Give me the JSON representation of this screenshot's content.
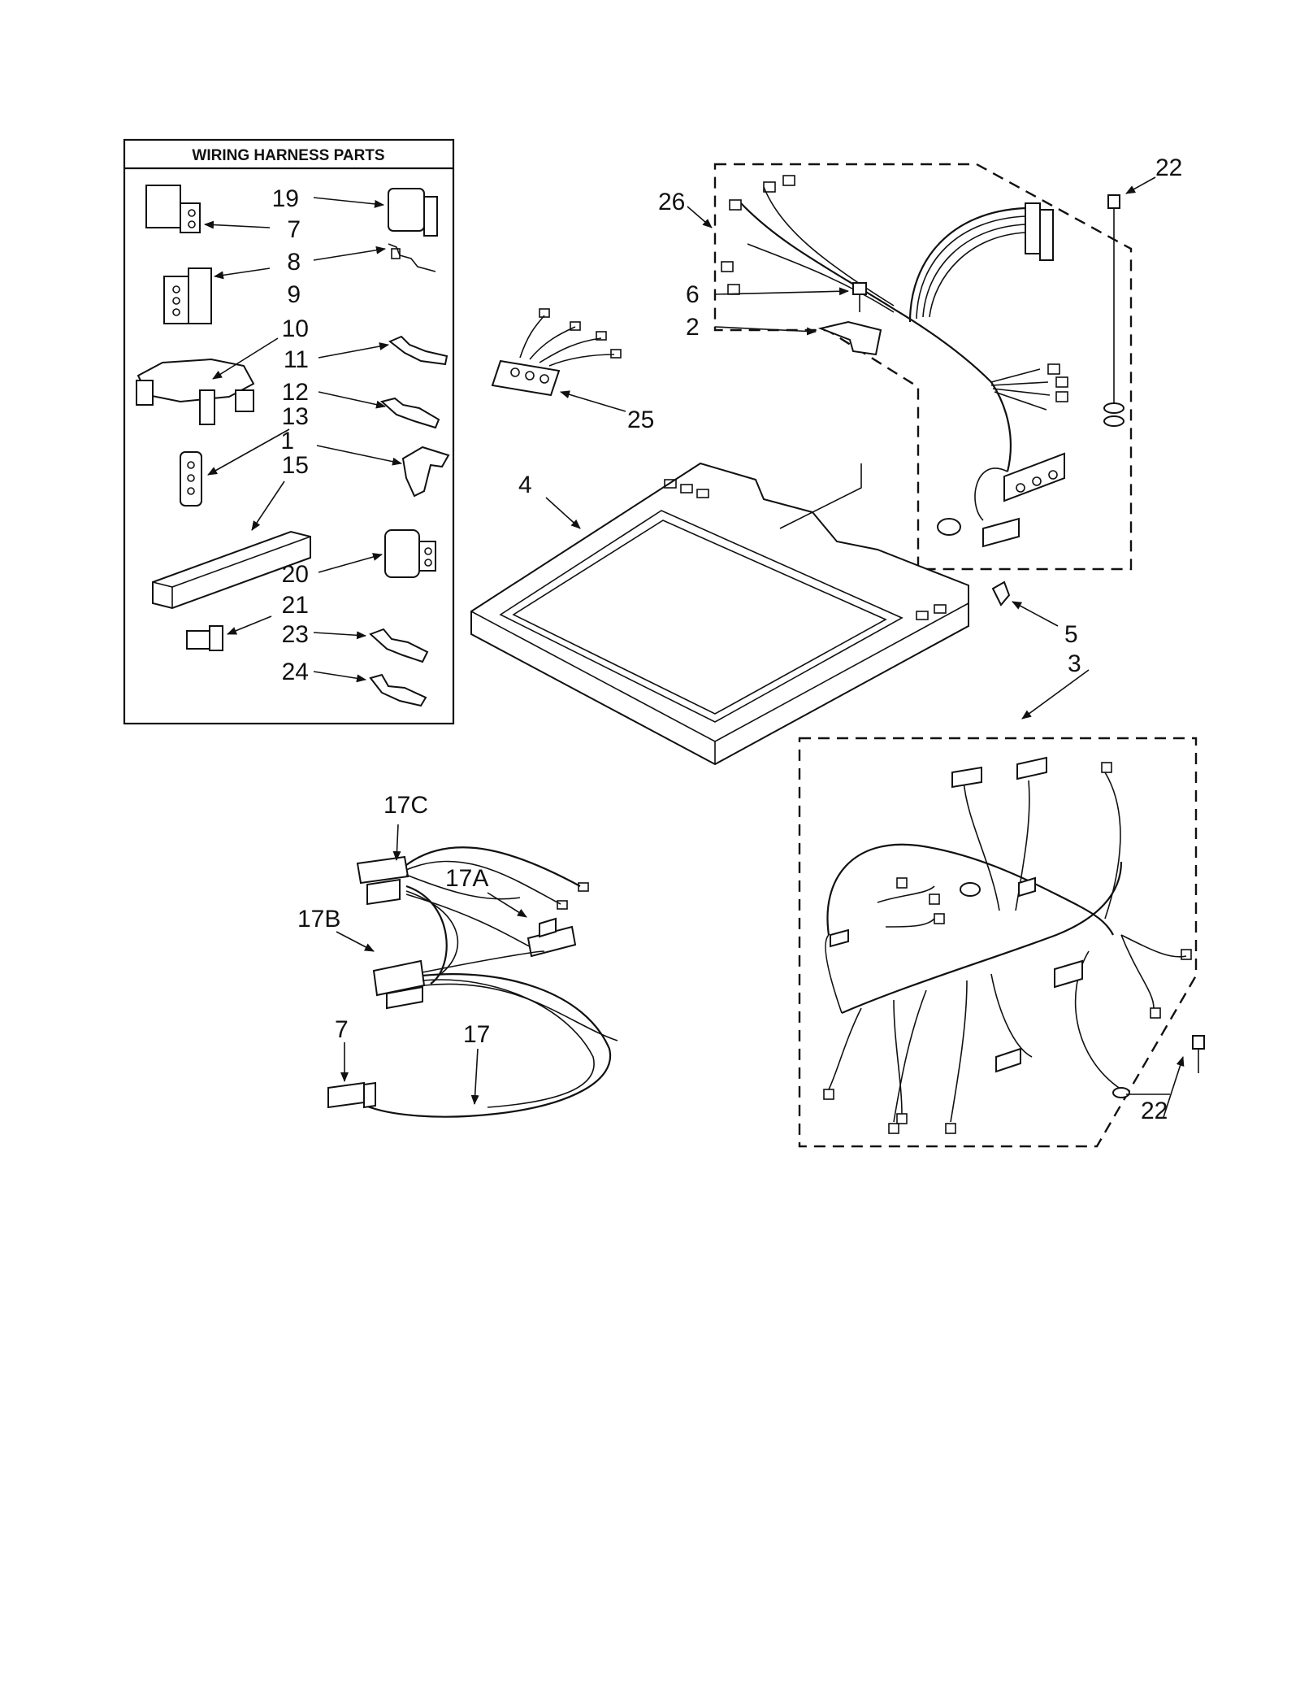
{
  "panel": {
    "title": "WIRING HARNESS PARTS"
  },
  "callouts": {
    "c19": "19",
    "c7a": "7",
    "c8": "8",
    "c9": "9",
    "c10": "10",
    "c11": "11",
    "c12": "12",
    "c13": "13",
    "c1": "1",
    "c15": "15",
    "c20": "20",
    "c21": "21",
    "c23": "23",
    "c24": "24",
    "c26": "26",
    "c22a": "22",
    "c25": "25",
    "c6": "6",
    "c2": "2",
    "c4": "4",
    "c5": "5",
    "c3": "3",
    "c22b": "22",
    "c17C": "17C",
    "c17A": "17A",
    "c17B": "17B",
    "c7b": "7",
    "c17": "17"
  }
}
